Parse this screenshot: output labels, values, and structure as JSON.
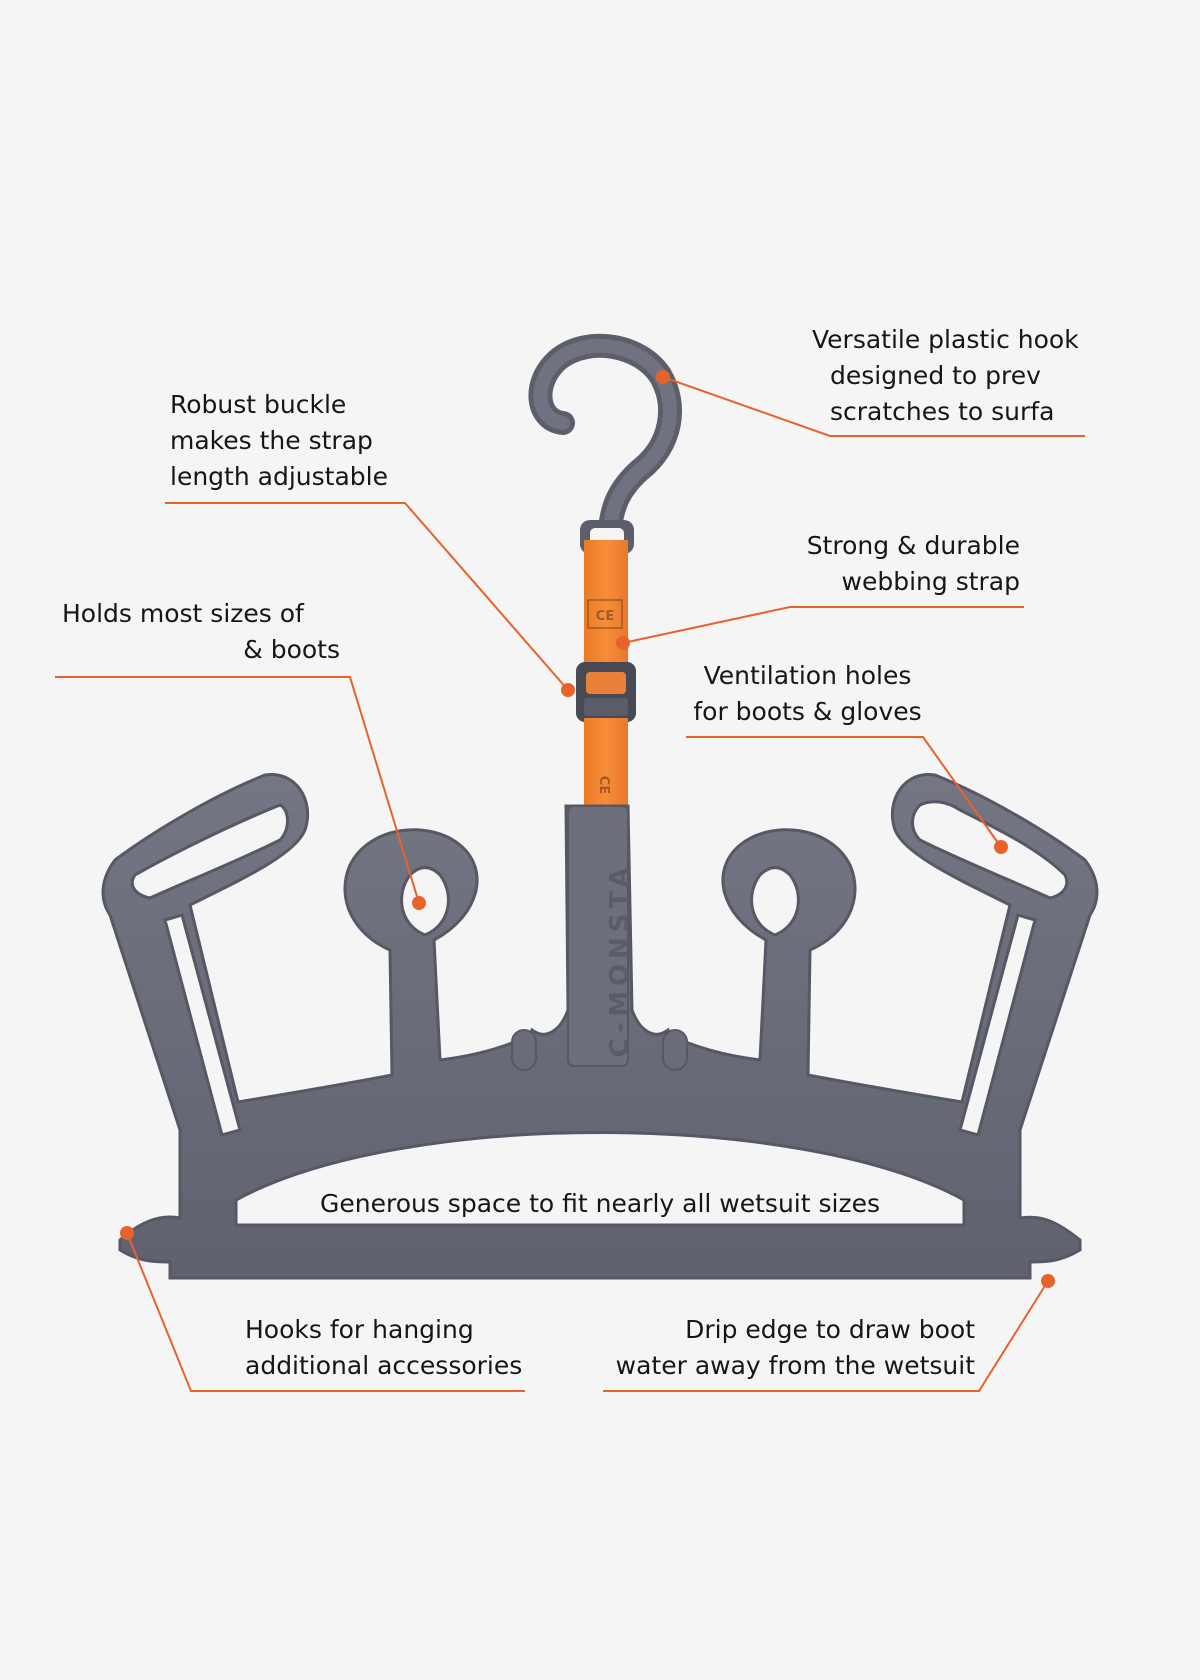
{
  "colors": {
    "background": "#f5f5f5",
    "hanger": "#6a6d79",
    "hanger_edge": "#565965",
    "strap": "#f0842e",
    "callout_line": "#e8622c",
    "text": "#161616"
  },
  "callouts": {
    "hook": {
      "lines": [
        "Versatile plastic hook",
        "designed to prev",
        "scratches to surfa"
      ]
    },
    "buckle": {
      "lines": [
        "Robust buckle",
        "makes the strap",
        "length adjustable"
      ]
    },
    "strap": {
      "lines": [
        "Strong & durable",
        "webbing strap"
      ]
    },
    "gloves": {
      "lines": [
        "Holds most sizes of",
        "& boots"
      ]
    },
    "ventilation": {
      "lines": [
        "Ventilation holes",
        "for boots & gloves"
      ]
    },
    "space": {
      "text": "Generous space to fit nearly all wetsuit sizes"
    },
    "accessory_hooks": {
      "lines": [
        "Hooks for hanging",
        "additional accessories"
      ]
    },
    "drip_edge": {
      "lines": [
        "Drip edge to draw boot",
        "water away from the wetsuit"
      ]
    }
  },
  "branding": {
    "hanger_text": "C-MONSTA",
    "logo_mark": "CE"
  }
}
